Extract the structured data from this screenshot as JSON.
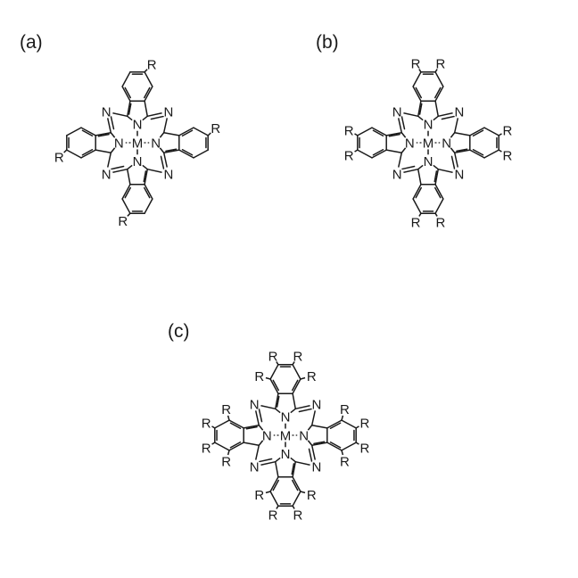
{
  "labels": {
    "metal": "M",
    "nitrogen": "N",
    "substituent": "R"
  },
  "panels": [
    {
      "id": "a",
      "label": "(a)",
      "pattern": "tetra-substituted",
      "substituents_per_ring": 1
    },
    {
      "id": "b",
      "label": "(b)",
      "pattern": "octa-substituted",
      "substituents_per_ring": 2
    },
    {
      "id": "c",
      "label": "(c)",
      "pattern": "hexadeca-substituted",
      "substituents_per_ring": 4
    }
  ]
}
